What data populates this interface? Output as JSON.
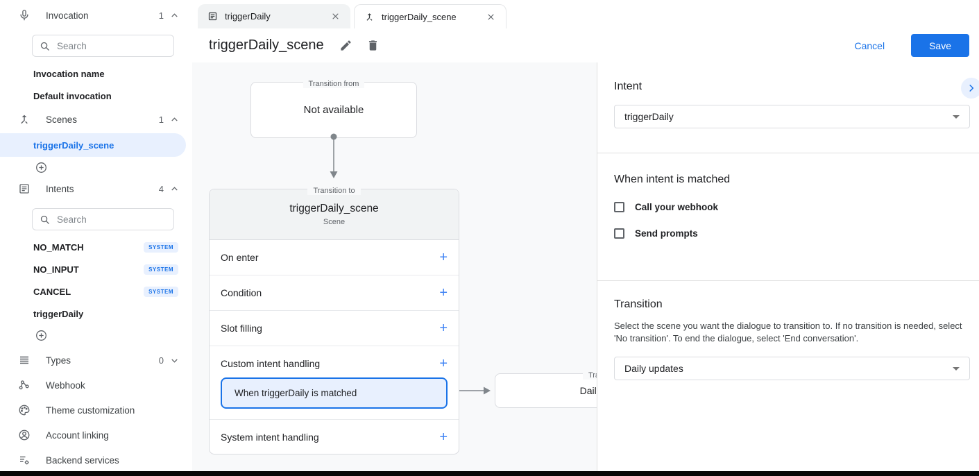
{
  "colors": {
    "accent": "#1a73e8",
    "accent_light": "#e8f0fe",
    "plus_blue": "#4285f4",
    "canvas_bg": "#f8f9fa",
    "border": "#dadce0",
    "icon_gray": "#5f6368"
  },
  "icons": {
    "invocation": "microphone-icon",
    "scenes": "scene-merge-arrow-icon",
    "intents": "article-list-icon",
    "types": "reorder-lines-icon",
    "webhook": "webhook-nodes-icon",
    "theme": "palette-icon",
    "account": "account-circle-icon",
    "backend": "services-gear-icon",
    "search": "search-icon",
    "add": "circle-plus-icon",
    "edit": "pencil-icon",
    "delete": "trash-icon",
    "close_tab": "close-icon",
    "collapse": "chevron-right-icon"
  },
  "sidebar": {
    "invocation": {
      "label": "Invocation",
      "count": "1",
      "search_placeholder": "Search",
      "items": [
        {
          "label": "Invocation name"
        },
        {
          "label": "Default invocation"
        }
      ]
    },
    "scenes": {
      "label": "Scenes",
      "count": "1",
      "selected": "triggerDaily_scene"
    },
    "intents": {
      "label": "Intents",
      "count": "4",
      "search_placeholder": "Search",
      "items": [
        {
          "label": "NO_MATCH",
          "badge": "SYSTEM"
        },
        {
          "label": "NO_INPUT",
          "badge": "SYSTEM"
        },
        {
          "label": "CANCEL",
          "badge": "SYSTEM"
        },
        {
          "label": "triggerDaily",
          "badge": ""
        }
      ]
    },
    "bottom_items": [
      {
        "label": "Types",
        "count": "0"
      },
      {
        "label": "Webhook"
      },
      {
        "label": "Theme customization"
      },
      {
        "label": "Account linking"
      },
      {
        "label": "Backend services"
      }
    ]
  },
  "tabs": [
    {
      "label": "triggerDaily"
    },
    {
      "label": "triggerDaily_scene"
    }
  ],
  "header": {
    "title": "triggerDaily_scene",
    "cancel_label": "Cancel",
    "save_label": "Save"
  },
  "canvas": {
    "from_box": {
      "label": "Transition from",
      "text": "Not available"
    },
    "scene_box": {
      "label": "Transition to",
      "title": "triggerDaily_scene",
      "subtitle": "Scene",
      "rows": [
        "On enter",
        "Condition",
        "Slot filling",
        "Custom intent handling",
        "System intent handling"
      ],
      "chip": "When triggerDaily is matched",
      "add_symbol": "+"
    },
    "target_box": {
      "label": "Transition to",
      "text": "Daily updates"
    }
  },
  "right_panel": {
    "intent": {
      "title": "Intent",
      "value": "triggerDaily"
    },
    "matched": {
      "title": "When intent is matched",
      "options": [
        "Call your webhook",
        "Send prompts"
      ]
    },
    "transition": {
      "title": "Transition",
      "description": "Select the scene you want the dialogue to transition to. If no transition is needed, select 'No transition'. To end the dialogue, select 'End conversation'.",
      "value": "Daily updates"
    }
  }
}
